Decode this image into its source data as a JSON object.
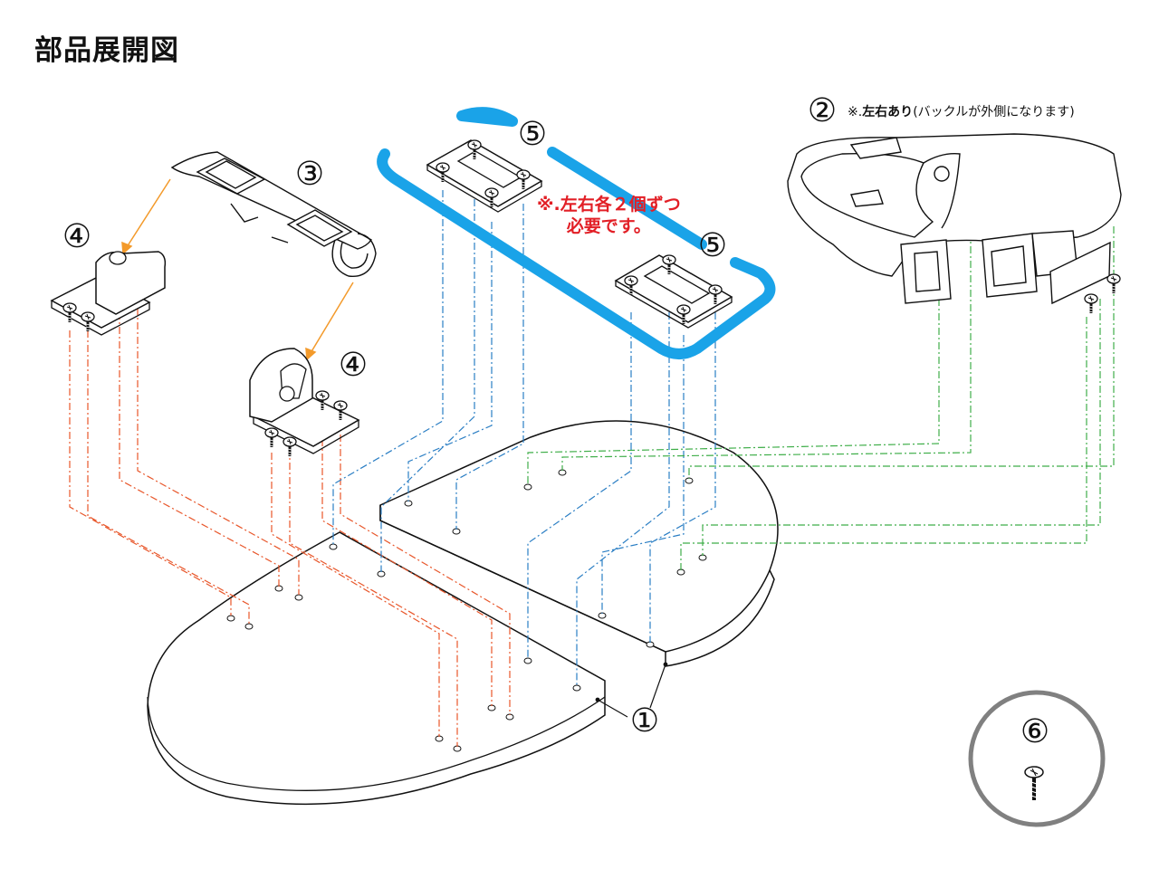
{
  "title": "部品展開図",
  "labels": {
    "p1": "①",
    "p2": "②",
    "p3": "③",
    "p4a": "④",
    "p4b": "④",
    "p5a": "⑤",
    "p5b": "⑤",
    "p6": "⑥"
  },
  "note2": {
    "prefix": "※.",
    "bold": "左右あり",
    "rest": "(バックルが外側になります)"
  },
  "note5": {
    "line1": "※.左右各２個ずつ",
    "line2": "必要です。"
  },
  "colors": {
    "red_guides": "#e8562a",
    "blue_guides": "#2a7ec4",
    "green_guides": "#3fae49",
    "highlight": "#1aa3e8",
    "note_red": "#e21f26",
    "circle_gray": "#808080"
  }
}
